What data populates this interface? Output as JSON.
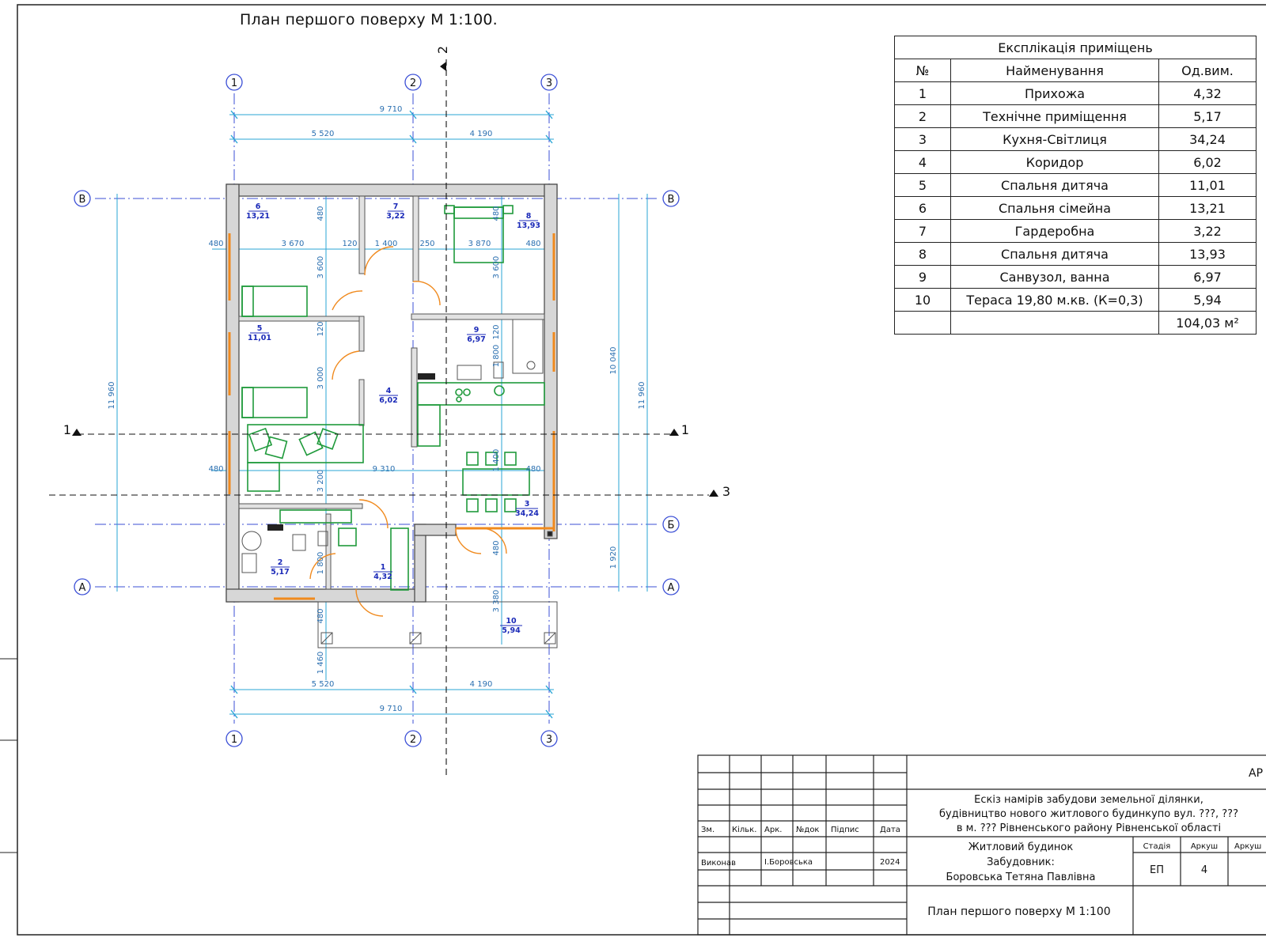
{
  "title": "План першого поверху  М 1:100.",
  "axes": {
    "vertical": [
      "1",
      "2",
      "3"
    ],
    "horizontal": [
      "В",
      "Б",
      "А"
    ],
    "section_marks": [
      "1",
      "1",
      "2",
      "3"
    ]
  },
  "dimensions": {
    "top_total": "9 710",
    "top_left": "5 520",
    "top_right": "4 190",
    "bottom_total": "9 710",
    "bottom_left": "5 520",
    "bottom_right": "4 190",
    "left_total": "11 960",
    "right_total": "11 960",
    "right_mid": "10 040",
    "right_bottom": "1 920",
    "inner": [
      "480",
      "3 670",
      "120",
      "1 400",
      "250",
      "3 870",
      "480",
      "480",
      "480",
      "3 600",
      "120",
      "3 000",
      "3 200",
      "1 800",
      "480",
      "9 310",
      "480",
      "480",
      "3 600",
      "120",
      "1 800",
      "1 400",
      "3 380",
      "1 460",
      "480"
    ]
  },
  "rooms": [
    {
      "num": "1",
      "area": "4,32"
    },
    {
      "num": "2",
      "area": "5,17"
    },
    {
      "num": "3",
      "area": "34,24"
    },
    {
      "num": "4",
      "area": "6,02"
    },
    {
      "num": "5",
      "area": "11,01"
    },
    {
      "num": "6",
      "area": "13,21"
    },
    {
      "num": "7",
      "area": "3,22"
    },
    {
      "num": "8",
      "area": "13,93"
    },
    {
      "num": "9",
      "area": "6,97"
    },
    {
      "num": "10",
      "area": "5,94"
    }
  ],
  "explication": {
    "caption": "Експлікація приміщень",
    "headers": [
      "№",
      "Найменування",
      "Од.вим."
    ],
    "rows": [
      [
        "1",
        "Прихожа",
        "4,32"
      ],
      [
        "2",
        "Технічне приміщення",
        "5,17"
      ],
      [
        "3",
        "Кухня-Світлиця",
        "34,24"
      ],
      [
        "4",
        "Коридор",
        "6,02"
      ],
      [
        "5",
        "Спальня дитяча",
        "11,01"
      ],
      [
        "6",
        "Спальня сімейна",
        "13,21"
      ],
      [
        "7",
        "Гардеробна",
        "3,22"
      ],
      [
        "8",
        "Спальня дитяча",
        "13,93"
      ],
      [
        "9",
        "Санвузол, ванна",
        "6,97"
      ],
      [
        "10",
        "Тераса 19,80 м.кв. (К=0,3)",
        "5,94"
      ]
    ],
    "total": "104,03 м²"
  },
  "stamp": {
    "corner_code": "АР",
    "col_headers": [
      "Зм.",
      "Кільк.",
      "Арк.",
      "№док",
      "Підпис",
      "Дата"
    ],
    "performed_label": "Виконав",
    "performed_name": "І.Боровська",
    "performed_year": "2024",
    "project_line1": "Ескіз намірів забудови земельної ділянки,",
    "project_line2": "будівництво нового житлового будинкупо вул. ???,  ???",
    "project_line3": "в м. ??? Рівненського району Рівненської області",
    "object_line1": "Житловий будинок",
    "object_line2": "Забудовник:",
    "object_line3": "Боровська Тетяна Павлівна",
    "stage_label": "Стадія",
    "sheet_label": "Аркуш",
    "sheets_label": "Аркуш",
    "stage": "ЕП",
    "sheet": "4",
    "drawing_title": "План першого поверху М 1:100"
  }
}
